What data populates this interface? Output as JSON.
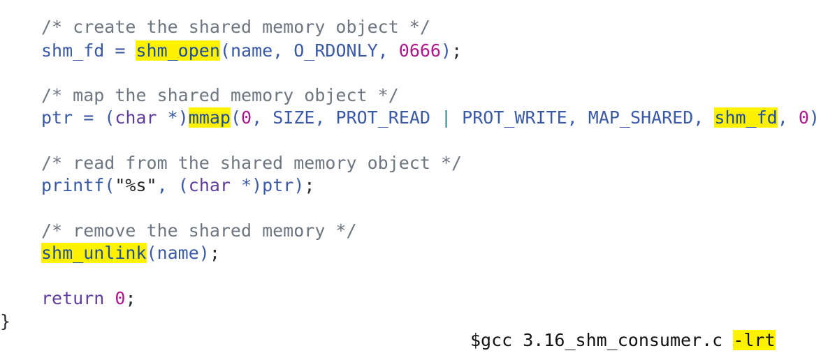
{
  "code": {
    "comment_create": "/* create the shared memory object */",
    "line_shm_fd": {
      "lhs": "shm_fd",
      "eq": " = ",
      "fn": "shm_open",
      "open_paren": "(",
      "args": "name, O_RDONLY, ",
      "mode": "0666",
      "close": ")",
      "semi": ";"
    },
    "comment_map": "/* map the shared memory object */",
    "line_ptr": {
      "lhs": "ptr",
      "eq": " = ",
      "cast_open": "(",
      "cast_type": "char",
      "cast_star": " *",
      "cast_close": ")",
      "fn": "mmap",
      "open_paren": "(",
      "zero1": "0",
      "args1": ", SIZE, PROT_READ ",
      "pipe": "|",
      "args2": " PROT_WRITE, MAP_SHARED, ",
      "fd": "shm_fd",
      "sep": ", ",
      "zero2": "0",
      "close": ")",
      "semi": ";"
    },
    "comment_read": "/* read from the shared memory object */",
    "line_printf": {
      "fn": "printf",
      "open_paren": "(",
      "fmt": "\"%s\"",
      "sep": ", ",
      "cast_open": "(",
      "cast_type": "char",
      "cast_star": " *",
      "cast_close": ")",
      "arg": "ptr",
      "close": ")",
      "semi": ";"
    },
    "comment_remove": "/* remove the shared memory */",
    "line_unlink": {
      "fn": "shm_unlink",
      "open_paren": "(",
      "arg": "name",
      "close": ")",
      "semi": ";"
    },
    "line_return": {
      "kw": "return",
      "space": " ",
      "val": "0",
      "semi": ";"
    },
    "closing_brace": "}"
  },
  "command": {
    "text": "$gcc 3.16_shm_consumer.c ",
    "flag": "-lrt"
  },
  "colors": {
    "highlight": "#fff200",
    "comment": "#6e7781",
    "identifier": "#3a5aa8",
    "number": "#b0158c",
    "keyword": "#5f3d9e"
  }
}
